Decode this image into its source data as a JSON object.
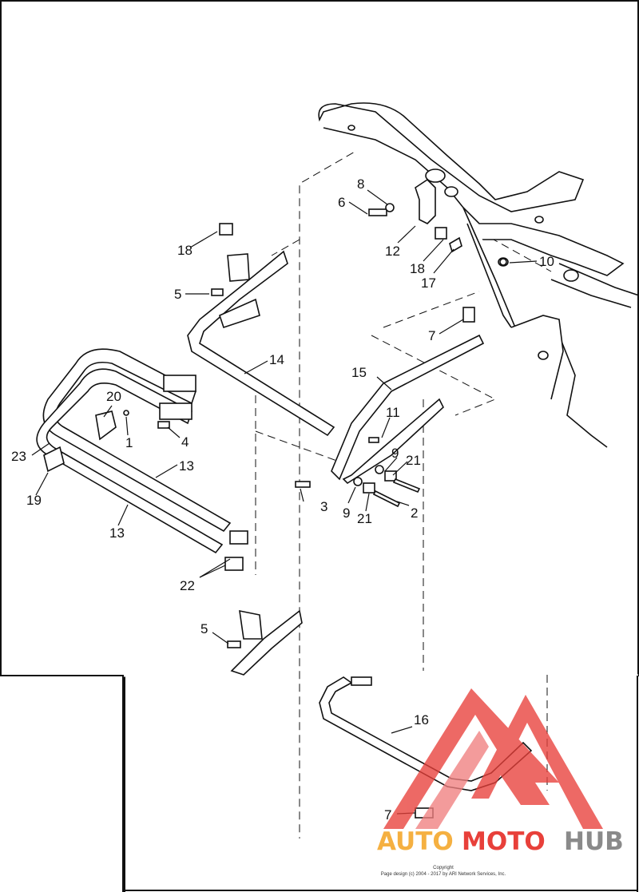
{
  "callouts": {
    "c1": "1",
    "c2": "2",
    "c3": "3",
    "c4": "4",
    "c5a": "5",
    "c5b": "5",
    "c6": "6",
    "c7a": "7",
    "c7b": "7",
    "c8": "8",
    "c9a": "9",
    "c9b": "9",
    "c10": "10",
    "c11": "11",
    "c12": "12",
    "c13a": "13",
    "c13b": "13",
    "c14": "14",
    "c15": "15",
    "c16": "16",
    "c17": "17",
    "c18a": "18",
    "c18b": "18",
    "c19": "19",
    "c20": "20",
    "c21a": "21",
    "c21b": "21",
    "c22": "22",
    "c23": "23"
  },
  "watermark": {
    "auto": "AUTO",
    "moto": "MOTO",
    "hub": "HUB"
  },
  "copyright": {
    "line1": "Copyright",
    "line2": "Page design (c) 2004 - 2017 by ARI Network Services, Inc."
  },
  "colors": {
    "watermark_red": "#e8403a",
    "watermark_orange": "#f5b041",
    "watermark_gray": "#8a8a8a"
  }
}
